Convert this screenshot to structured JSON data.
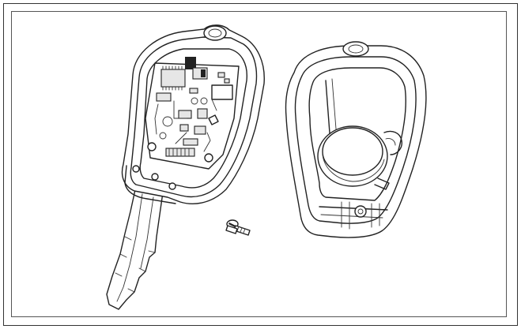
{
  "figure": {
    "components": [
      "key-blade",
      "transmitter-housing",
      "circuit-board",
      "back-cover",
      "coin-battery",
      "screw"
    ],
    "colors": {
      "line": "#222222",
      "border": "#333333",
      "background": "#ffffff",
      "shade": "#e6e6e6"
    }
  }
}
